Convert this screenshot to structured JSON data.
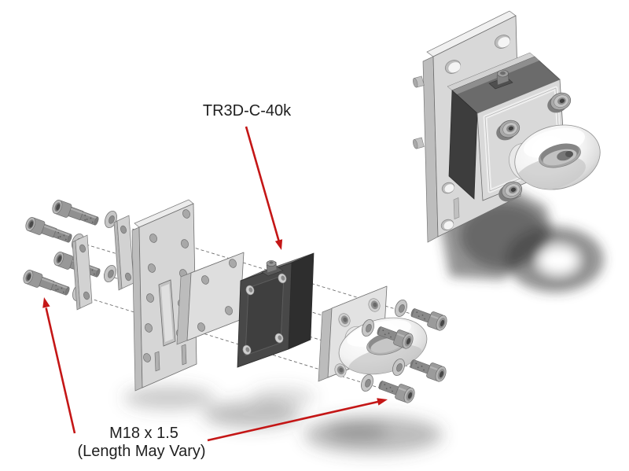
{
  "labels": {
    "part_model": "TR3D-C-40k",
    "bolt_spec_line1": "M18 x 1.5",
    "bolt_spec_line2": "(Length May Vary)"
  },
  "annotation": {
    "arrow_color": "#c41616",
    "text_color": "#1f1f1f",
    "background": "#ffffff"
  }
}
